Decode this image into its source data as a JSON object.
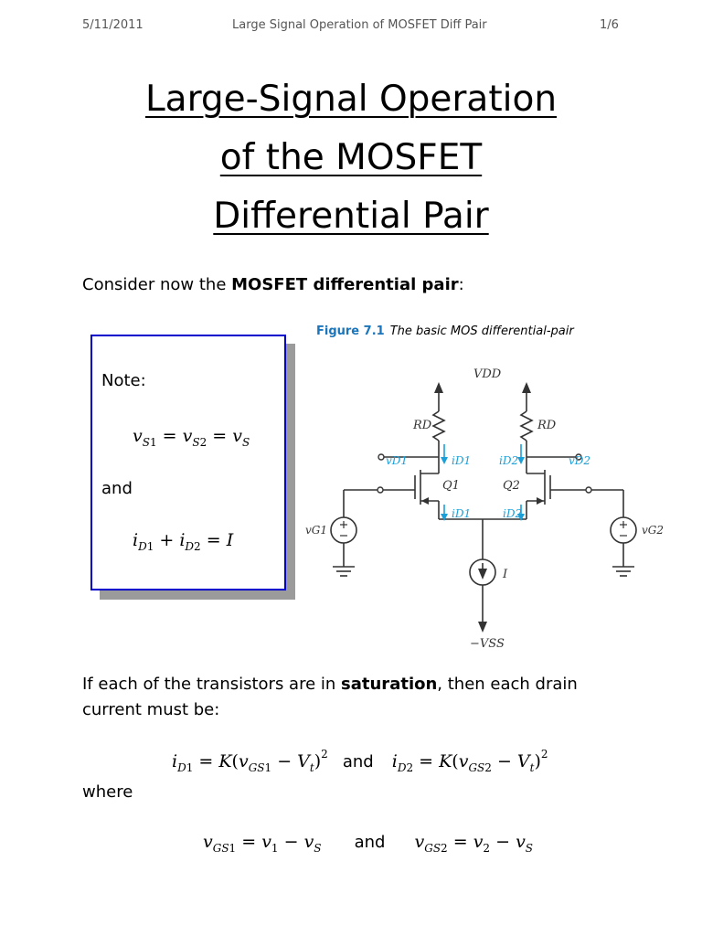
{
  "header": {
    "date": "5/11/2011",
    "doc_title": "Large Signal Operation of MOSFET Diff Pair",
    "page": "1/6"
  },
  "title": {
    "line1": "Large-Signal Operation",
    "line2": "of the MOSFET",
    "line3": "Differential  Pair"
  },
  "intro": {
    "prefix": "Consider now the ",
    "bold": "MOSFET differential pair",
    "suffix": ":"
  },
  "note": {
    "heading": "Note:",
    "and": "and",
    "eq1_text": "vS1 = vS2 = vS",
    "eq2_text": "iD1 + iD2 = I"
  },
  "figure": {
    "label": "Figure 7.1",
    "caption": "The basic MOS differential-pair",
    "labels": {
      "vdd": "VDD",
      "rd_left": "RD",
      "rd_right": "RD",
      "vd1": "vD1",
      "vd2": "vD2",
      "id1_top": "iD1",
      "id2_top": "iD2",
      "id1_bot": "iD1",
      "id2_bot": "iD2",
      "q1": "Q1",
      "q2": "Q2",
      "vg1": "vG1",
      "vg2": "vG2",
      "i_src": "I",
      "vss": "−VSS"
    },
    "colors": {
      "wire": "#333333",
      "current_arrow": "#1a9fd8",
      "label_blue": "#1a9fd8"
    }
  },
  "saturation": {
    "line1_prefix": "If each of the transistors are in ",
    "line1_bold": "saturation",
    "line1_suffix": ", then each drain",
    "line2": "current must be:"
  },
  "eq_drain": {
    "text": "iD1 = K(vGS1 − Vt)² and iD2 = K(vGS2 − Vt)²",
    "and": "and"
  },
  "where": "where",
  "eq_vgs": {
    "text": "vGS1 = v1 − vS and vGS2 = v2 − vS",
    "and": "and"
  }
}
